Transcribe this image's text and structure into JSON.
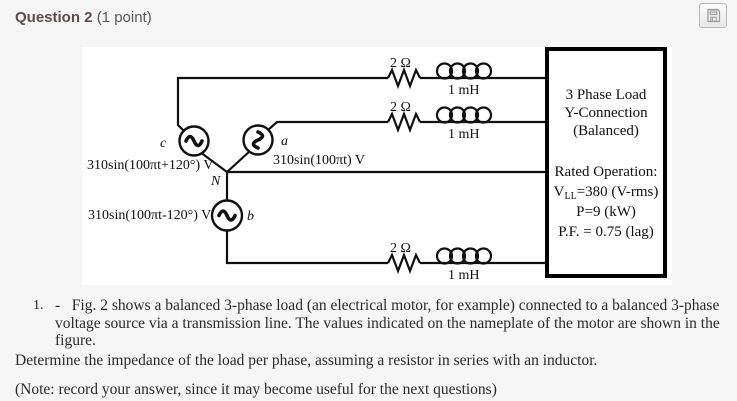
{
  "colors": {
    "page_bg": "#f6f6f6",
    "figure_bg": "#ffffff",
    "title_color": "#604c4c",
    "line_color": "#101010"
  },
  "header": {
    "title": "Question 2",
    "points": "(1 point)"
  },
  "toolbar": {
    "save_icon": "floppy-disk"
  },
  "figure": {
    "phase_labels": {
      "a": "a",
      "b": "b",
      "c": "c"
    },
    "neutral_label": "N",
    "source_voltages": {
      "a": "310sin(100πt) V",
      "b": "310sin(100πt-120°) V",
      "c": "310sin(100πt+120°) V"
    },
    "resistor_label": "2 Ω",
    "inductor_label": "1 mH",
    "load_box": {
      "line1": "3 Phase Load",
      "line2": "Y-Connection",
      "line3": "(Balanced)",
      "rated_title": "Rated Operation:",
      "v_prefix": "V",
      "v_sub": "LL",
      "v_rest": "=380 (V-rms)",
      "power": "P=9 (kW)",
      "pf": "P.F. = 0.75 (lag)"
    }
  },
  "question": {
    "list_marker": "1.",
    "item_text": "-   Fig. 2 shows a balanced 3-phase load (an electrical motor, for example) connected to a balanced 3-phase voltage source via a transmission line. The values indicated on the nameplate of the motor are shown in the figure.",
    "prompt": "Determine the impedance of the load per phase, assuming a resistor in series with an inductor.",
    "note": "(Note: record your answer, since it may become useful for the next questions)"
  }
}
